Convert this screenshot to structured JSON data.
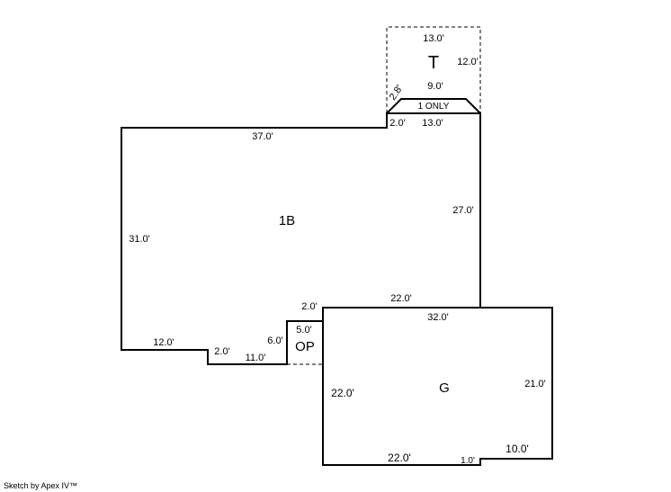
{
  "areas": {
    "main": "1B",
    "garage": "G",
    "porch": "OP",
    "upper": "T",
    "stair_note": "1 ONLY"
  },
  "dimensions": {
    "t_top": "13.0'",
    "t_right": "12.0'",
    "t_inner": "9.0'",
    "t_diag": "2.8'",
    "main_step": "2.0'",
    "main_top_short": "13.0'",
    "main_top": "37.0'",
    "main_right": "27.0'",
    "main_left": "31.0'",
    "main_bottom_left": "12.0'",
    "main_jog": "2.0'",
    "main_bottom": "11.0'",
    "op_height": "6.0'",
    "op_width": "5.0'",
    "main_corner": "2.0'",
    "main_garage_wall": "22.0'",
    "garage_top": "32.0'",
    "garage_left": "22.0'",
    "garage_right": "21.0'",
    "garage_bottom": "22.0'",
    "garage_jog": "1.0'",
    "garage_bottom_right": "10.0'"
  },
  "credit": "Sketch by Apex IV™"
}
